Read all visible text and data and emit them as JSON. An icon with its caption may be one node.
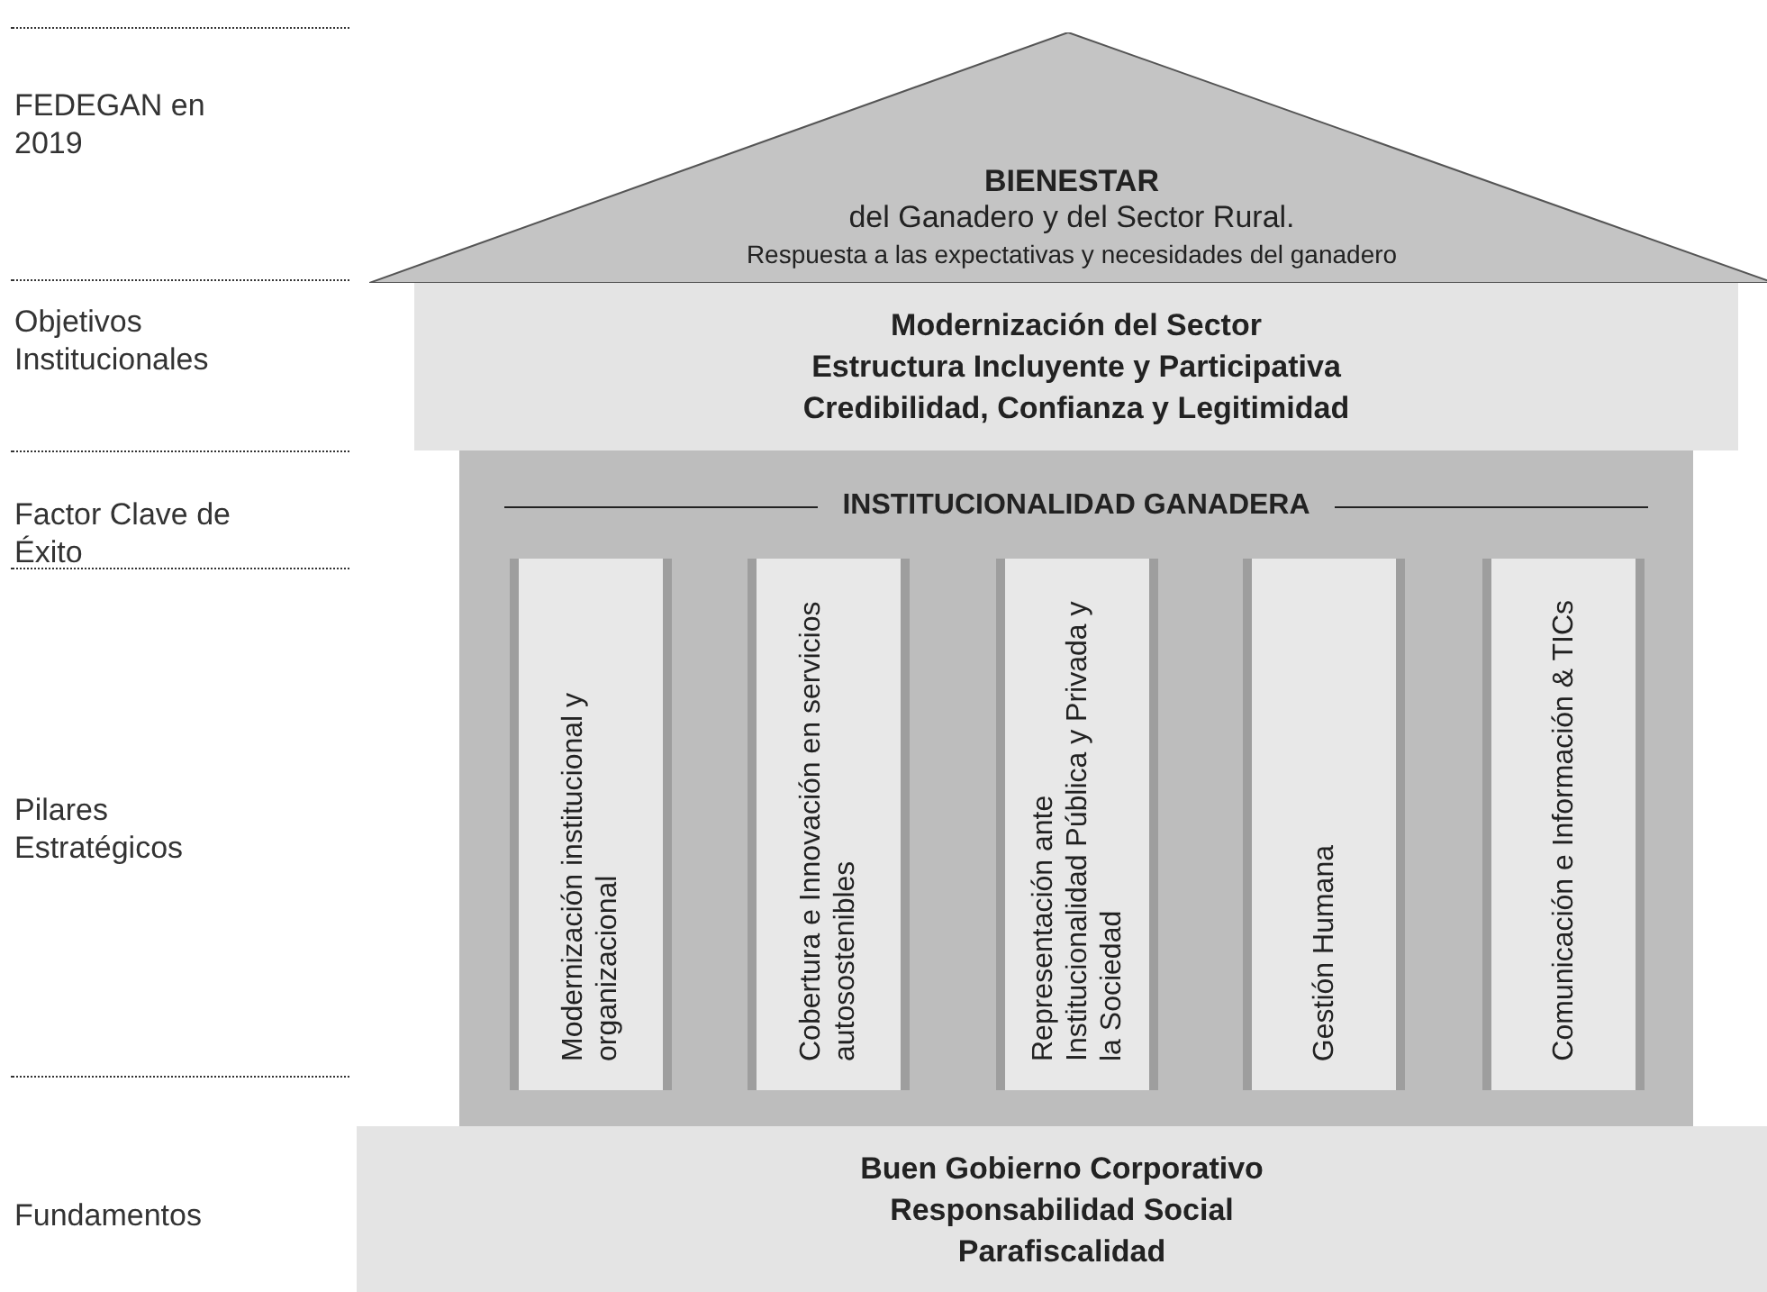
{
  "diagram": {
    "nodes": [
      {
        "text": [
          "BIENESTAR",
          "del Ganadero y del Sector Rural.",
          "Respuesta a las expectativas y necesidades del ganadero"
        ]
      },
      {
        "text": [
          "Modernización del Sector",
          "Estructura Incluyente y Participativa",
          "Credibilidad, Confianza y Legitimidad"
        ]
      },
      {
        "text": [
          "INSTITUCIONALIDAD GANADERA"
        ]
      },
      {
        "text": [
          "Modernización institucional y organizacional"
        ],
        "in": 2
      },
      {
        "text": [
          "Cobertura e Innovación en servicios autosostenibles"
        ],
        "in": 2
      },
      {
        "text": [
          "Representación ante Institucionalidad Pública y Privada y la Sociedad"
        ],
        "in": 2
      },
      {
        "text": [
          "Gestión Humana"
        ],
        "in": 2
      },
      {
        "text": [
          "Comunicación e Información & TICs"
        ],
        "in": 2
      },
      {
        "text": [
          "Buen Gobierno Corporativo",
          "Responsabilidad Social",
          "Parafiscalidad"
        ]
      }
    ],
    "labels": [
      "FEDEGAN en 2019",
      "Objetivos Institucionales",
      "Factor Clave de Éxito",
      "Pilares Estratégicos",
      "Fundamentos"
    ]
  }
}
